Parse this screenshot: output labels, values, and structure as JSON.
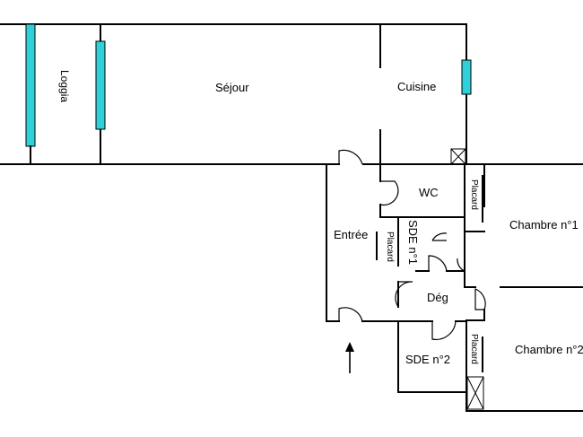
{
  "plan": {
    "rooms": {
      "sejour": "Séjour",
      "cuisine": "Cuisine",
      "loggia": "Loggia",
      "wc": "WC",
      "entree": "Entrée",
      "sde1": "SDE n°1",
      "deg": "Dég",
      "sde2": "SDE n°2",
      "chambre1": "Chambre n°1",
      "chambre2": "Chambre n°2"
    },
    "closets": {
      "placard_wc": "Placard",
      "placard_entree": "Placard",
      "placard_sde2": "Placard"
    },
    "colors": {
      "wall": "#000000",
      "window": "#2fd0d8"
    }
  }
}
